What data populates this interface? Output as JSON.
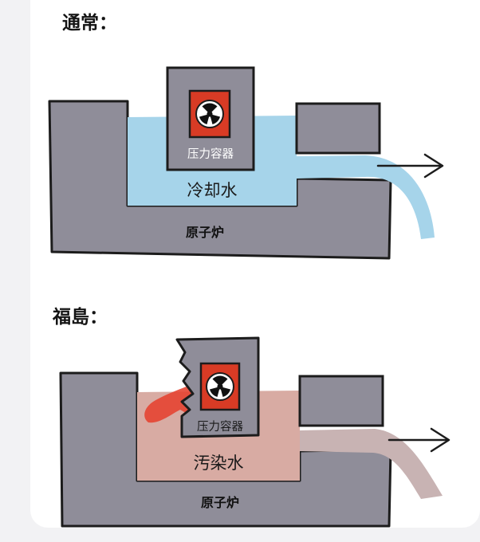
{
  "normal": {
    "heading": "通常：",
    "vessel_label": "压力容器",
    "water_label": "冷却水",
    "reactor_label": "原子炉"
  },
  "fukushima": {
    "heading": "福島：",
    "vessel_label": "压力容器",
    "water_label": "汚染水",
    "reactor_label": "原子炉"
  },
  "colors": {
    "reactor_gray": "#8f8d99",
    "cooling_water": "#a6d4ea",
    "contaminated_water": "#d8aba3",
    "leak_red": "#e5412f",
    "hazard_red": "#d83b25",
    "outline": "#1c1c1c"
  }
}
